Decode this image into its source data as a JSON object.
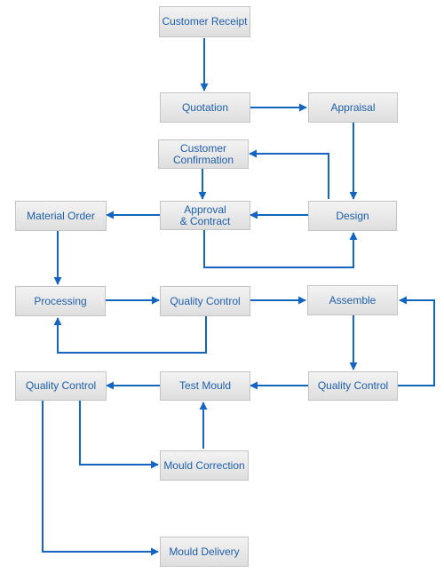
{
  "nodes": {
    "customer_receipt": "Customer Receipt",
    "quotation": "Quotation",
    "appraisal": "Appraisal",
    "customer_confirmation": "Customer\nConfirmation",
    "approval_contract": "Approval\n& Contract",
    "design": "Design",
    "material_order": "Material Order",
    "processing": "Processing",
    "quality_control_1": "Quality Control",
    "assemble": "Assemble",
    "quality_control_2": "Quality Control",
    "test_mould": "Test Mould",
    "quality_control_3": "Quality Control",
    "mould_correction": "Mould Correction",
    "mould_delivery": "Mould Delivery"
  },
  "colors": {
    "arrow": "#1565c0",
    "box_text": "#1f5fa8",
    "box_border": "#c4c4c4"
  }
}
